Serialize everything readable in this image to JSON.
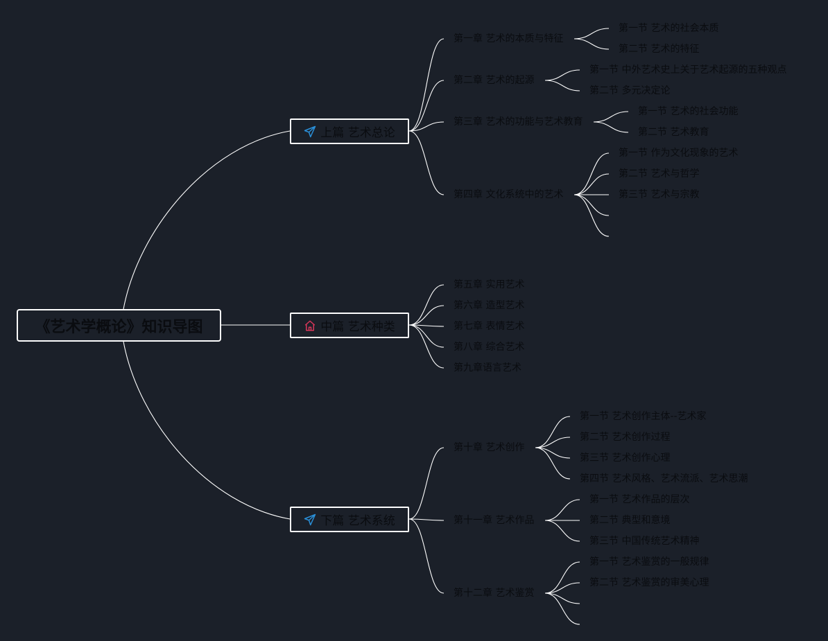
{
  "root": {
    "label": "《艺术学概论》知识导图"
  },
  "branches": [
    {
      "label": "上篇 艺术总论",
      "icon": "paper-plane-icon",
      "icon_color": "#2a8fd8",
      "chapters": [
        {
          "label": "第一章 艺术的本质与特征",
          "sections": [
            "第一节 艺术的社会本质",
            "第二节 艺术的特征"
          ]
        },
        {
          "label": "第二章 艺术的起源",
          "sections": [
            "第一节 中外艺术史上关于艺术起源的五种观点",
            "第二节 多元决定论"
          ]
        },
        {
          "label": "第三章 艺术的功能与艺术教育",
          "sections": [
            "第一节 艺术的社会功能",
            "第二节 艺术教育"
          ]
        },
        {
          "label": "第四章 文化系统中的艺术",
          "sections": [
            "第一节 作为文化现象的艺术",
            "第二节 艺术与哲学",
            "第三节 艺术与宗教",
            "",
            ""
          ]
        }
      ]
    },
    {
      "label": "中篇 艺术种类",
      "icon": "home-icon",
      "icon_color": "#d9365a",
      "chapters": [
        {
          "label": "第五章 实用艺术",
          "sections": []
        },
        {
          "label": "第六章 造型艺术",
          "sections": []
        },
        {
          "label": "第七章 表情艺术",
          "sections": []
        },
        {
          "label": "第八章 综合艺术",
          "sections": []
        },
        {
          "label": "第九章语言艺术",
          "sections": []
        }
      ]
    },
    {
      "label": "下篇 艺术系统",
      "icon": "paper-plane-icon",
      "icon_color": "#2a8fd8",
      "chapters": [
        {
          "label": "第十章 艺术创作",
          "sections": [
            "第一节 艺术创作主体--艺术家",
            "第二节 艺术创作过程",
            "第三节 艺术创作心理",
            "第四节 艺术风格、艺术流派、艺术思潮"
          ]
        },
        {
          "label": "第十一章 艺术作品",
          "sections": [
            "第一节 艺术作品的层次",
            "第二节 典型和意境",
            "第三节 中国传统艺术精神"
          ]
        },
        {
          "label": "第十二章 艺术鉴赏",
          "sections": [
            "第一节 艺术鉴赏的一般规律",
            "第二节 艺术鉴赏的审美心理",
            "",
            ""
          ]
        }
      ]
    }
  ],
  "colors": {
    "background": "#1b2029",
    "line": "#ffffff",
    "text": "#0a0c10"
  }
}
